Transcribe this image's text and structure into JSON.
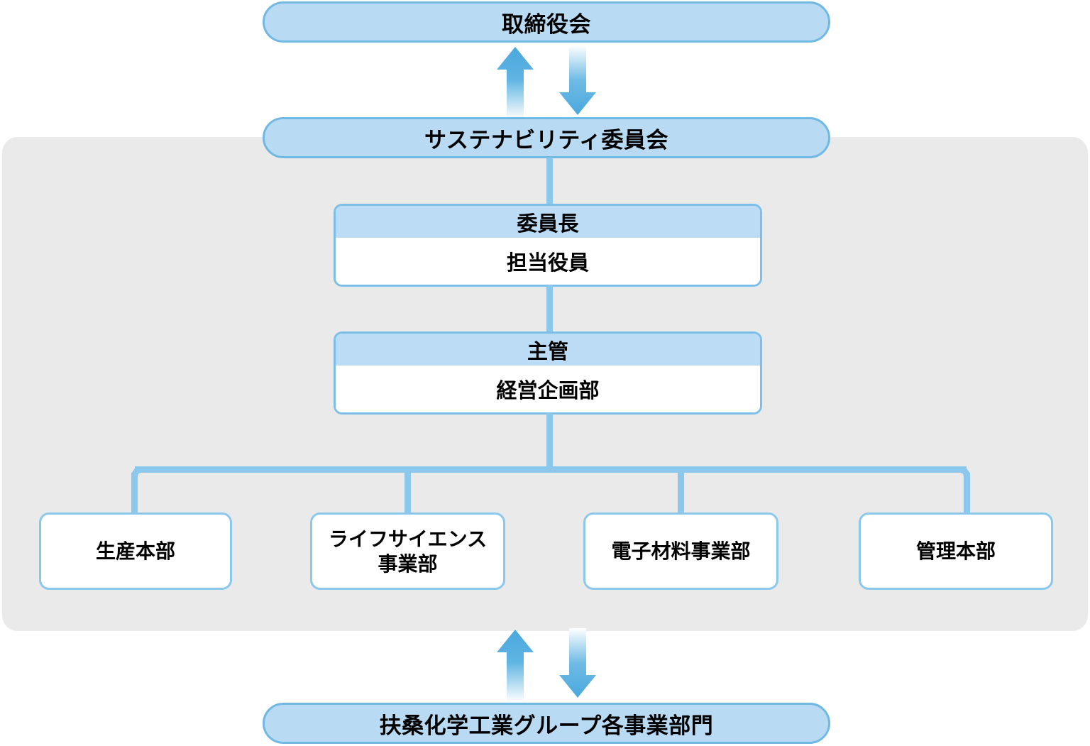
{
  "diagram": {
    "title_top": "取締役会",
    "committee": "サステナビリティ委員会",
    "group_divisions": "扶桑化学工業グループ各事業部門",
    "roles": [
      {
        "header": "委員長",
        "body": "担当役員"
      },
      {
        "header": "主管",
        "body": "経営企画部"
      }
    ],
    "departments": [
      {
        "label": "生産本部"
      },
      {
        "label": "ライフサイエンス\n事業部"
      },
      {
        "label": "電子材料事業部"
      },
      {
        "label": "管理本部"
      }
    ],
    "arrows": {
      "top_up": "arrow-up-icon",
      "top_down": "arrow-down-icon",
      "bottom_up": "arrow-up-icon",
      "bottom_down": "arrow-down-icon"
    },
    "colors": {
      "pill_fill": "#b9daf3",
      "pill_border": "#71b9e3",
      "box_header_fill": "#bcdcf5",
      "box_border": "#8cc8ec",
      "connector": "#8cc8ec",
      "panel_bg": "#eaeaea",
      "arrow_solid": "#4aa8dd",
      "text": "#000000",
      "page_bg": "#ffffff"
    }
  }
}
